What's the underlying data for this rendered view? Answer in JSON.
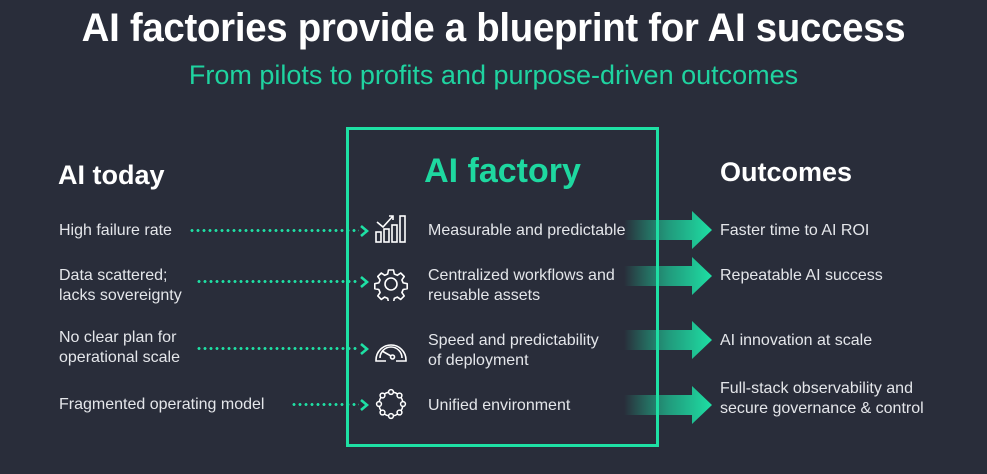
{
  "header": {
    "title": "AI factories provide a blueprint for AI success",
    "subtitle": "From pilots to profits and purpose-driven outcomes"
  },
  "columns": {
    "today": {
      "heading": "AI today",
      "items": [
        {
          "line1": "High failure rate",
          "line2": ""
        },
        {
          "line1": "Data scattered;",
          "line2": "lacks sovereignty"
        },
        {
          "line1": "No clear plan for",
          "line2": "operational scale"
        },
        {
          "line1": "Fragmented operating model",
          "line2": ""
        }
      ]
    },
    "factory": {
      "heading": "AI factory",
      "items": [
        {
          "icon": "bar-chart-trend-icon",
          "line1": "Measurable and predictable",
          "line2": ""
        },
        {
          "icon": "gear-icon",
          "line1": "Centralized workflows and",
          "line2": "reusable assets"
        },
        {
          "icon": "speedometer-icon",
          "line1": "Speed and predictability",
          "line2": "of deployment"
        },
        {
          "icon": "network-ring-icon",
          "line1": "Unified environment",
          "line2": ""
        }
      ]
    },
    "outcomes": {
      "heading": "Outcomes",
      "items": [
        {
          "line1": "Faster time to AI ROI",
          "line2": ""
        },
        {
          "line1": "Repeatable AI success",
          "line2": ""
        },
        {
          "line1": "AI innovation at scale",
          "line2": ""
        },
        {
          "line1": "Full-stack observability and",
          "line2": "secure governance & control"
        }
      ]
    }
  },
  "colors": {
    "background": "#292d3a",
    "accent": "#1ee0a4",
    "text": "#e4e6ea"
  }
}
